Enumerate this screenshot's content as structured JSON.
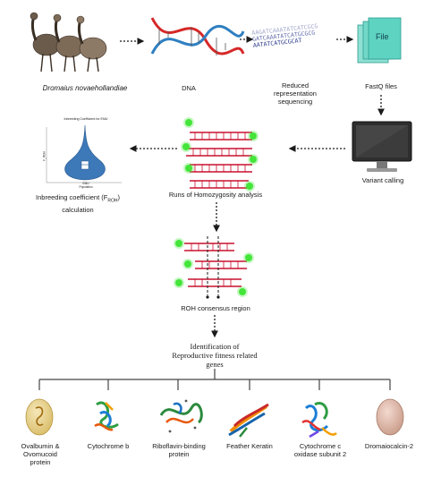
{
  "species": {
    "name": "Dromaius novaehollandiae"
  },
  "steps": {
    "dna": "DNA",
    "rrs": [
      "Reduced",
      "representation",
      "sequencing"
    ],
    "fastq": "FastQ files",
    "file_icon_label": "File",
    "variant_calling": "Variant calling",
    "roh_analysis": "Runs of Homozygosity analysis",
    "inbreeding": [
      "Inbreeding coefficient (F",
      "ROH",
      ")",
      "calculation"
    ],
    "consensus": "ROH consensus region",
    "identification": [
      "Identification of",
      "Reproductive fitness related",
      "genes"
    ]
  },
  "sequence_text": [
    "AAGATCAAATATCATCGCG",
    "GATCAAATATCATGCGCG",
    "AATATCATGCGCAT"
  ],
  "mini_chart": {
    "title": "Inbreeding Coefficient for EMU",
    "ylabel": "F_ROH",
    "xlabel": "Population",
    "category": "EMU"
  },
  "genes": [
    {
      "lines": [
        "Ovalbumin &",
        "Ovomucoid",
        "protein"
      ],
      "icon": "egg-protein-icon"
    },
    {
      "lines": [
        "Cytochrome b"
      ],
      "icon": "protein-structure-icon"
    },
    {
      "lines": [
        "Riboflavin-binding",
        "protein"
      ],
      "icon": "protein-structure-icon"
    },
    {
      "lines": [
        "Feather Keratin"
      ],
      "icon": "protein-structure-icon"
    },
    {
      "lines": [
        "Cytochrome c",
        "oxidase subunit 2"
      ],
      "icon": "protein-structure-icon"
    },
    {
      "lines": [
        "Dromaiocalcin-2"
      ],
      "icon": "egg-icon"
    }
  ],
  "colors": {
    "arrow": "#1a1a1a",
    "roh_bar": "#c8102e",
    "roh_dot": "#44e63a",
    "dna_red": "#d62828",
    "dna_blue": "#2f7fc1",
    "violin": "#3d78b8",
    "file": "#5fd3c2",
    "tree": "#444444"
  }
}
